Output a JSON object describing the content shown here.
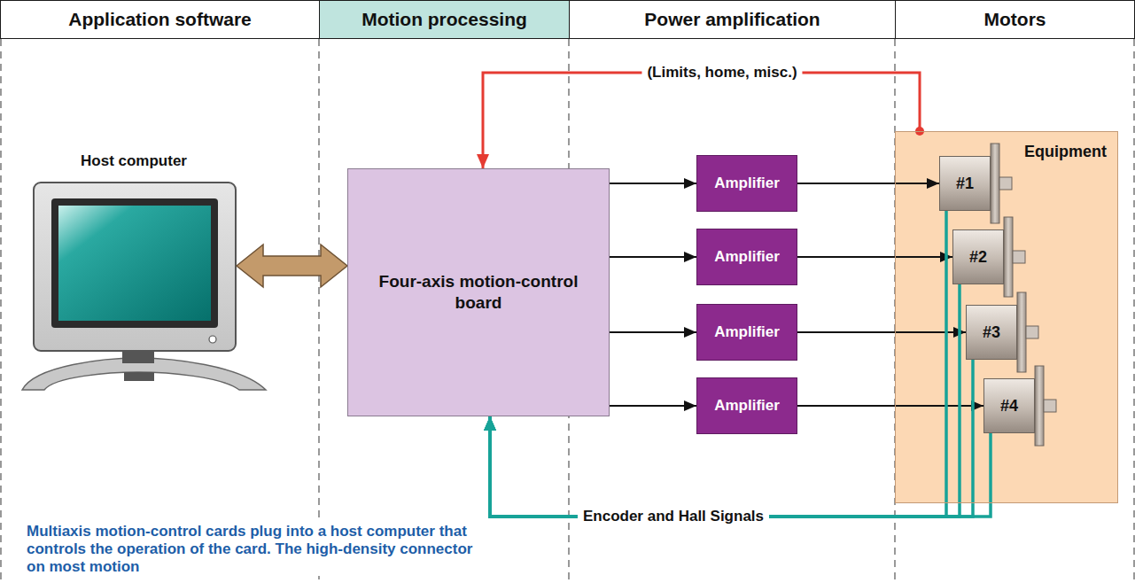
{
  "diagram": {
    "caption": "Multiaxis motion-control cards plug into a host computer that controls the operation of the card. The high-density connector on most motion",
    "nodes": [
      {
        "text": [
          "Application software"
        ]
      },
      {
        "text": [
          "Motion processing"
        ]
      },
      {
        "text": [
          "Power amplification"
        ]
      },
      {
        "text": [
          "Motors"
        ]
      },
      {
        "text": [
          "Host computer"
        ]
      },
      {
        "text": [
          "Four-axis motion-control board"
        ]
      },
      {
        "text": [
          "Amplifier"
        ]
      },
      {
        "text": [
          "Amplifier"
        ]
      },
      {
        "text": [
          "Amplifier"
        ]
      },
      {
        "text": [
          "Amplifier"
        ]
      },
      {
        "text": [
          "Equipment"
        ]
      },
      {
        "text": [
          "#1"
        ],
        "in": 10
      },
      {
        "text": [
          "#2"
        ],
        "in": 10
      },
      {
        "text": [
          "#3"
        ],
        "in": 10
      },
      {
        "text": [
          "#4"
        ],
        "in": 10
      }
    ],
    "edges": [
      {
        "from": 4,
        "to": 5,
        "arrow": "both"
      },
      {
        "from": 5,
        "to": 6,
        "arrow": "to"
      },
      {
        "from": 5,
        "to": 7,
        "arrow": "to"
      },
      {
        "from": 5,
        "to": 8,
        "arrow": "to"
      },
      {
        "from": 5,
        "to": 9,
        "arrow": "to"
      },
      {
        "from": 6,
        "to": 11,
        "arrow": "to"
      },
      {
        "from": 7,
        "to": 12,
        "arrow": "to"
      },
      {
        "from": 8,
        "to": 13,
        "arrow": "to"
      },
      {
        "from": 9,
        "to": 14,
        "arrow": "to"
      },
      {
        "from": 10,
        "to": 5,
        "label": "(Limits, home, misc.)",
        "arrow": "to"
      },
      {
        "from": 11,
        "to": 5,
        "label": "Encoder and Hall Signals",
        "arrow": "to"
      },
      {
        "from": 12,
        "to": 5,
        "arrow": "to"
      },
      {
        "from": 13,
        "to": 5,
        "arrow": "to"
      },
      {
        "from": 14,
        "to": 5,
        "arrow": "to"
      }
    ]
  }
}
